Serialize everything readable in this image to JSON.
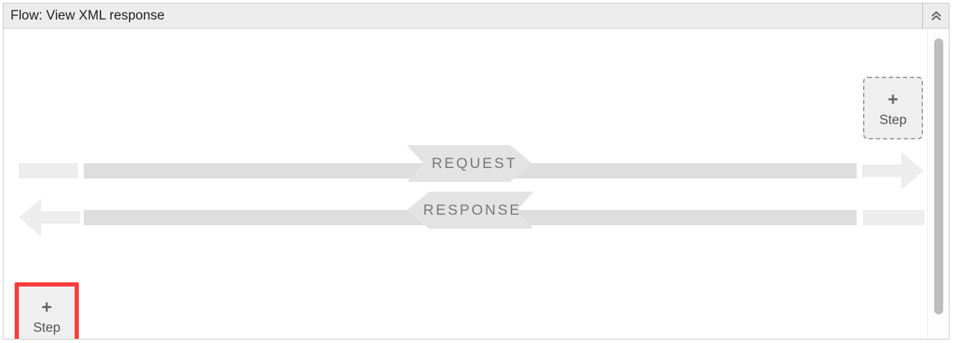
{
  "panel": {
    "title": "Flow: View XML response",
    "collapse_icon": "double-chevron-up-icon"
  },
  "canvas": {
    "add_step_top": {
      "plus": "+",
      "label": "Step",
      "style": "dashed"
    },
    "add_step_bottom": {
      "plus": "+",
      "label": "Step",
      "style": "highlighted",
      "highlight_color": "#fb3b3b"
    },
    "rows": [
      {
        "name": "request",
        "label": "REQUEST",
        "direction": "right"
      },
      {
        "name": "response",
        "label": "RESPONSE",
        "direction": "left"
      }
    ]
  },
  "colors": {
    "header_bg": "#ececec",
    "panel_border": "#c9c9c9",
    "bar_dark": "#dedede",
    "bar_light": "#ededed",
    "banner_text": "#777777",
    "button_bg": "#efefef",
    "highlight": "#fb3b3b",
    "scroll_thumb": "#bdbdbd"
  },
  "scrollbar": {
    "orientation": "vertical",
    "thumb_position": "top"
  }
}
